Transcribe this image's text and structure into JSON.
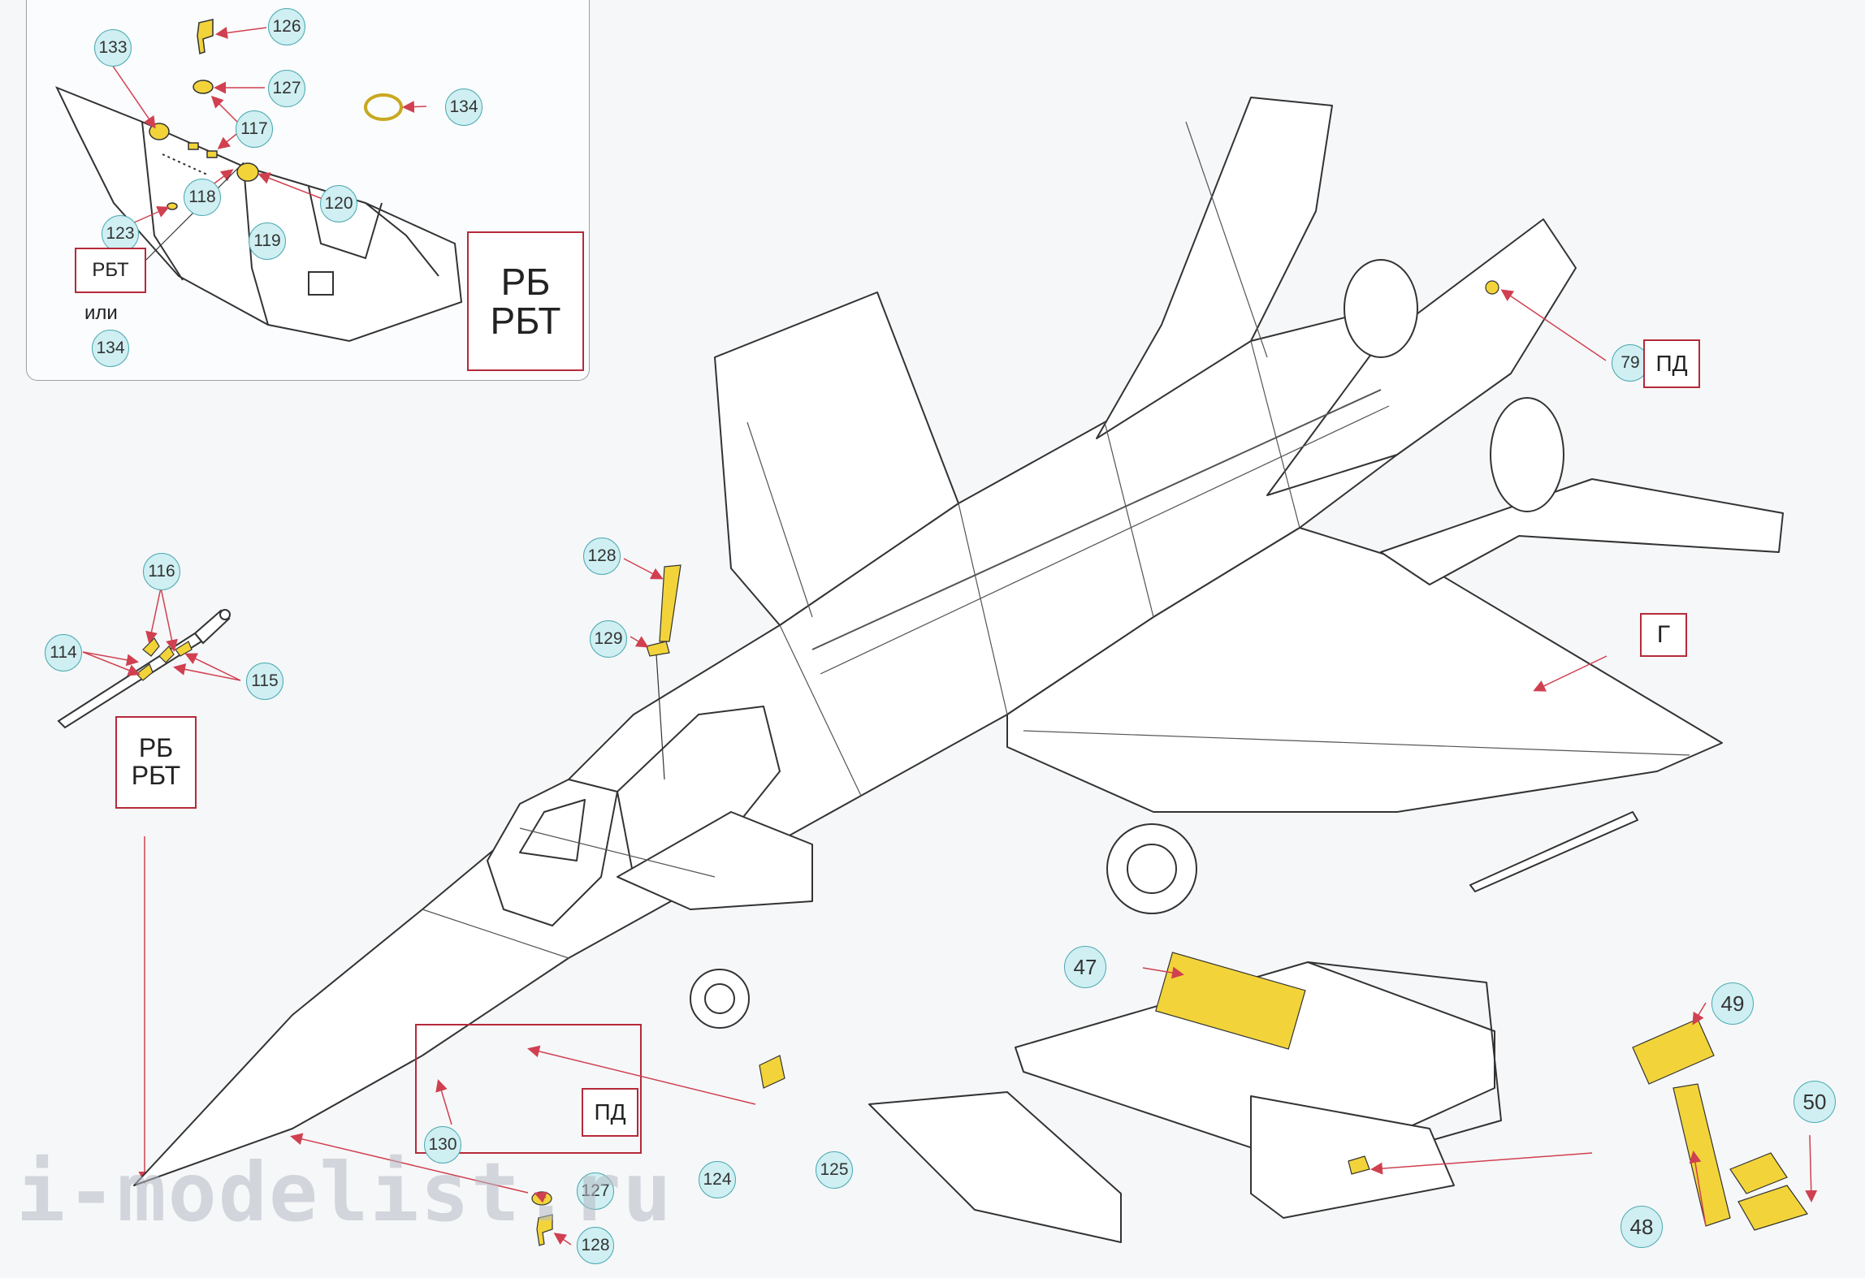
{
  "inset": {
    "callouts": [
      "133",
      "126",
      "127",
      "117",
      "134",
      "118",
      "120",
      "123",
      "119",
      "134"
    ],
    "alt_box": "РБТ",
    "alt_or": "или",
    "variant_box": [
      "РБ",
      "РБТ"
    ]
  },
  "pitot": {
    "callouts": [
      "116",
      "114",
      "115"
    ],
    "variant_box": [
      "РБ",
      "РБТ"
    ]
  },
  "main": {
    "callouts": [
      "128",
      "129",
      "79",
      "47",
      "49",
      "50",
      "48",
      "130",
      "127",
      "128",
      "124",
      "125"
    ],
    "labels": {
      "pd_tail": "ПД",
      "g_box": "Г",
      "pd_nose": "ПД"
    }
  },
  "watermark": "i-modelist.ru",
  "colors": {
    "callout_fill": "#cfeff2",
    "callout_border": "#4ca9b3",
    "part_yellow": "#f2d43a",
    "box_border": "#b52a3a",
    "leader_red": "#d04050"
  }
}
